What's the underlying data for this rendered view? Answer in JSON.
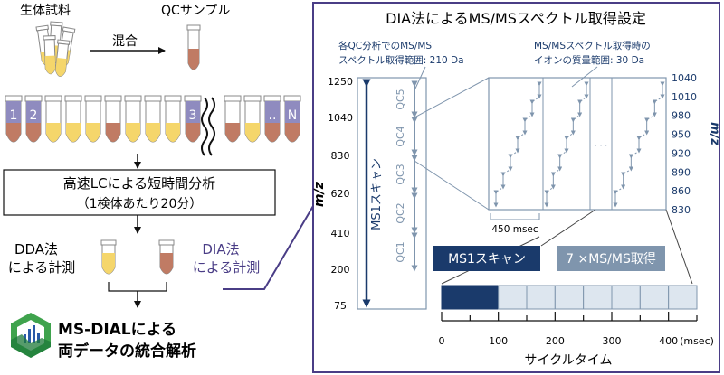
{
  "left": {
    "sample_label": "生体試料",
    "qc_label": "QCサンプル",
    "mix_label": "混合",
    "tube_labels": [
      "1",
      "2",
      "3",
      "..",
      "N"
    ],
    "lc_box_line1": "高速LCによる短時間分析",
    "lc_box_line2": "（1検体あたり20分）",
    "dda_line1": "DDA法",
    "dda_line2": "による計測",
    "dia_line1": "DIA法",
    "dia_line2": "による計測",
    "msdial_line1": "MS-DIALによる",
    "msdial_line2": "両データの統合解析"
  },
  "panel": {
    "title": "DIA法によるMS/MSスペクトル取得設定",
    "note_left_line1": "各QC分析でのMS/MS",
    "note_left_line2": "スペクトル取得範囲: 210 Da",
    "note_right_line1": "MS/MSスペクトル取得時の",
    "note_right_line2": "イオンの質量範囲: 30 Da",
    "y_axis_label": "m/z",
    "right_axis_label": "m/z",
    "left_ticks": [
      "1250",
      "1040",
      "830",
      "620",
      "410",
      "200",
      "75"
    ],
    "right_ticks": [
      "1040",
      "1010",
      "980",
      "950",
      "920",
      "890",
      "860",
      "830"
    ],
    "ms1_scan_vertical": "MS1スキャン",
    "qc_labels": [
      "QC5",
      "QC4",
      "QC3",
      "QC2",
      "QC1"
    ],
    "dots": "· · ·",
    "duration_label": "450 msec",
    "ms1_box": "MS1スキャン",
    "msms_box": "7 ×MS/MS取得",
    "timeline_ticks": [
      "0",
      "100",
      "200",
      "300",
      "400"
    ],
    "timeline_unit": "(msec)",
    "timeline_label": "サイクルタイム"
  },
  "colors": {
    "navy": "#1a3a6b",
    "steel": "#7f95ad",
    "light_steel": "#dde6ef",
    "purple": "#4a3d86",
    "tube_purple": "#8f8bbf",
    "tube_yellow": "#f5d66b",
    "tube_brown": "#c07b64"
  }
}
